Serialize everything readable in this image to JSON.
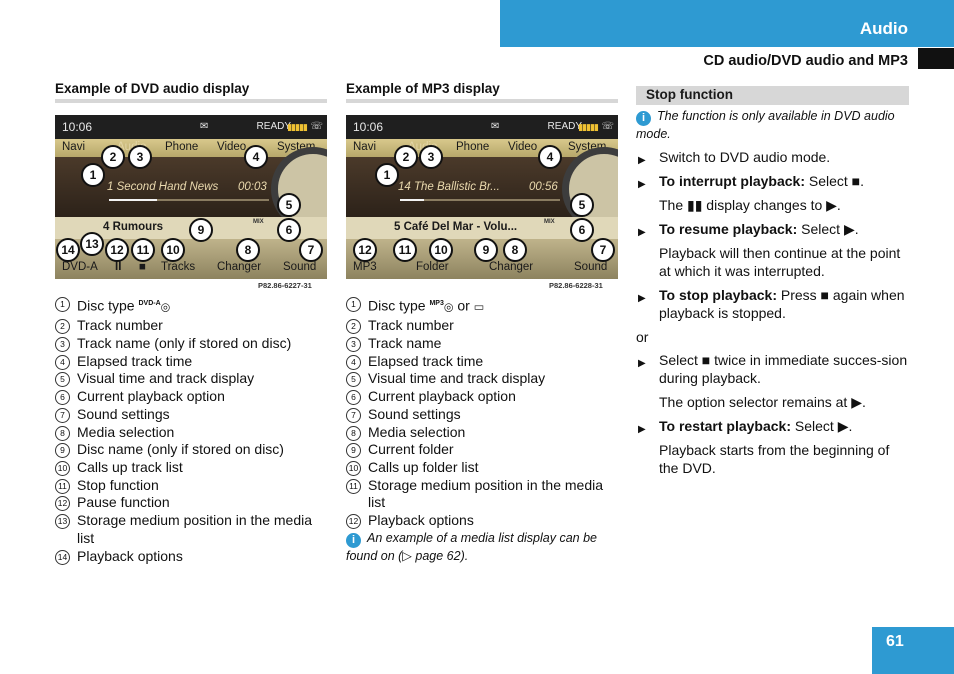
{
  "header": {
    "section_title": "Audio",
    "subtitle": "CD audio/DVD audio and MP3",
    "page_number": "61"
  },
  "colors": {
    "accent": "#2e9ad2",
    "rule_gray": "#d7d7d7"
  },
  "dvd": {
    "heading": "Example of DVD audio display",
    "screen": {
      "clock": "10:06",
      "ready": "READY",
      "bars": "▮▮▮▮▮",
      "menu": [
        "Navi",
        "Audio",
        "Phone",
        "Video",
        "System"
      ],
      "track": "1 Second Hand News",
      "time": "00:03",
      "progress": 0.3,
      "media_label": "4 Rumours",
      "media_mode": "MIX",
      "softkeys": [
        "DVD-A",
        "II",
        "■",
        "Tracks",
        "Changer",
        "Sound"
      ],
      "ref": "P82.86-6227-31",
      "callouts": [
        "1",
        "2",
        "3",
        "4",
        "5",
        "6",
        "7",
        "8",
        "9",
        "10",
        "11",
        "12",
        "13",
        "14"
      ]
    },
    "list": [
      {
        "n": "1",
        "text": "Disc type",
        "badge": "DVD-A",
        "symbol": "◎"
      },
      {
        "n": "2",
        "text": "Track number"
      },
      {
        "n": "3",
        "text": "Track name (only if stored on disc)"
      },
      {
        "n": "4",
        "text": "Elapsed track time"
      },
      {
        "n": "5",
        "text": "Visual time and track display"
      },
      {
        "n": "6",
        "text": "Current playback option"
      },
      {
        "n": "7",
        "text": "Sound settings"
      },
      {
        "n": "8",
        "text": "Media selection"
      },
      {
        "n": "9",
        "text": "Disc name (only if stored on disc)"
      },
      {
        "n": "10",
        "text": "Calls up track list"
      },
      {
        "n": "11",
        "text": "Stop function"
      },
      {
        "n": "12",
        "text": "Pause function"
      },
      {
        "n": "13",
        "text": "Storage medium position in the media list"
      },
      {
        "n": "14",
        "text": "Playback options"
      }
    ]
  },
  "mp3": {
    "heading": "Example of MP3 display",
    "screen": {
      "clock": "10:06",
      "ready": "READY",
      "bars": "▮▮▮▮▮",
      "menu": [
        "Navi",
        "Audio",
        "Phone",
        "Video",
        "System"
      ],
      "track": "14 The Ballistic Br...",
      "time": "00:56",
      "progress": 0.15,
      "media_label": "5 Café Del Mar - Volu...",
      "media_mode": "MIX",
      "softkeys": [
        "MP3",
        "Folder",
        "Changer",
        "Sound"
      ],
      "ref": "P82.86-6228-31",
      "callouts": [
        "1",
        "2",
        "3",
        "4",
        "5",
        "6",
        "7",
        "8",
        "9",
        "10",
        "11",
        "12"
      ]
    },
    "list": [
      {
        "n": "1",
        "text": "Disc type",
        "badge": "MP3",
        "symbol": "◎",
        "suffix": "or",
        "suffix_symbol": "▭"
      },
      {
        "n": "2",
        "text": "Track number"
      },
      {
        "n": "3",
        "text": "Track name"
      },
      {
        "n": "4",
        "text": "Elapsed track time"
      },
      {
        "n": "5",
        "text": "Visual time and track display"
      },
      {
        "n": "6",
        "text": "Current playback option"
      },
      {
        "n": "7",
        "text": "Sound settings"
      },
      {
        "n": "8",
        "text": "Media selection"
      },
      {
        "n": "9",
        "text": "Current folder"
      },
      {
        "n": "10",
        "text": "Calls up folder list"
      },
      {
        "n": "11",
        "text": "Storage medium position in the media list"
      },
      {
        "n": "12",
        "text": "Playback options"
      }
    ],
    "note": "An example of a media list display can be found on (▷ page 62)."
  },
  "stop_function": {
    "heading": "Stop function",
    "note": "The function is only available in DVD audio mode.",
    "steps": [
      {
        "type": "bullet",
        "bold": "",
        "text": "Switch to DVD audio mode."
      },
      {
        "type": "bullet",
        "bold": "To interrupt playback:",
        "text": "Select ■."
      },
      {
        "type": "plain",
        "text": "The ▮▮ display changes to ▶."
      },
      {
        "type": "bullet",
        "bold": "To resume playback:",
        "text": "Select ▶."
      },
      {
        "type": "plain",
        "text": "Playback will then continue at the point at which it was interrupted."
      },
      {
        "type": "bullet",
        "bold": "To stop playback:",
        "text": "Press ■ again when playback is stopped."
      },
      {
        "type": "or",
        "text": "or"
      },
      {
        "type": "bullet",
        "bold": "",
        "text": "Select ■ twice in immediate succes-sion during playback."
      },
      {
        "type": "plain",
        "text": "The option selector remains at ▶."
      },
      {
        "type": "bullet",
        "bold": "To restart playback:",
        "text": "Select ▶."
      },
      {
        "type": "plain",
        "text": "Playback starts from the beginning of the DVD."
      }
    ]
  }
}
